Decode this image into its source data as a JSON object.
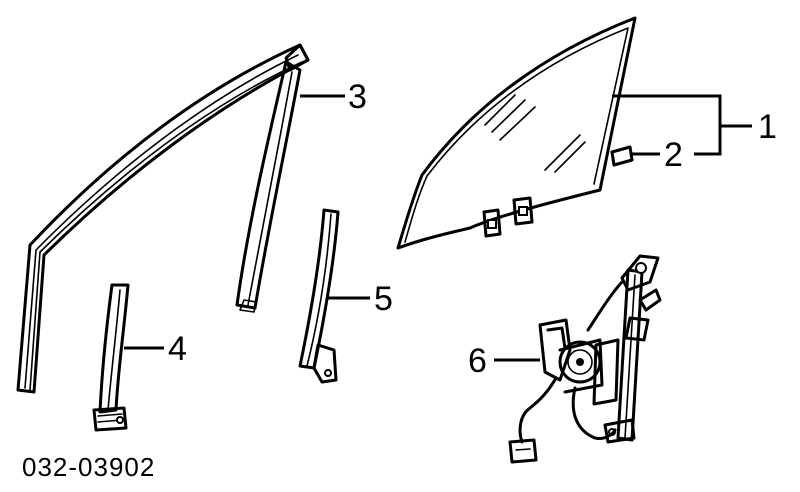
{
  "callouts": [
    {
      "id": "1",
      "label": "1"
    },
    {
      "id": "2",
      "label": "2"
    },
    {
      "id": "3",
      "label": "3"
    },
    {
      "id": "4",
      "label": "4"
    },
    {
      "id": "5",
      "label": "5"
    },
    {
      "id": "6",
      "label": "6"
    }
  ],
  "diagram_code": "032-03902"
}
